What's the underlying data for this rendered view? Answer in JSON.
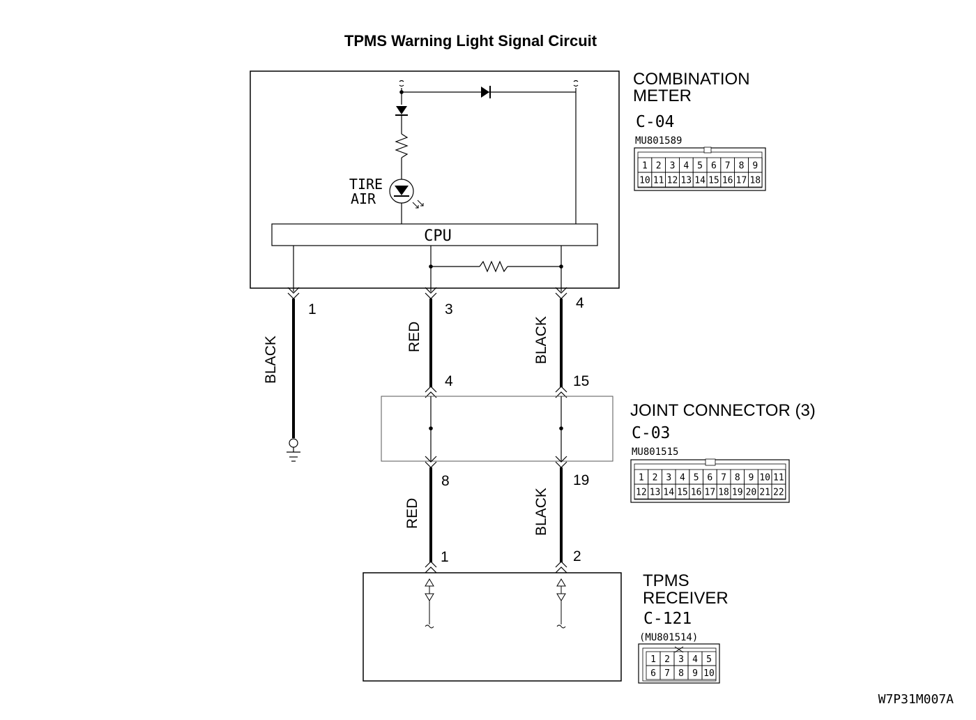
{
  "title": "TPMS Warning Light Signal Circuit",
  "figure_id": "W7P31M007A",
  "combination_meter": {
    "name_line1": "COMBINATION",
    "name_line2": "METER",
    "connector": "C-04",
    "part_number": "MU801589",
    "lamp_label_line1": "TIRE",
    "lamp_label_line2": "AIR",
    "cpu_label": "CPU",
    "pins_row1": [
      "1",
      "2",
      "3",
      "4",
      "5",
      "6",
      "7",
      "8",
      "9"
    ],
    "pins_row2": [
      "10",
      "11",
      "12",
      "13",
      "14",
      "15",
      "16",
      "17",
      "18"
    ]
  },
  "joint_connector": {
    "name": "JOINT CONNECTOR (3)",
    "connector": "C-03",
    "part_number": "MU801515",
    "pins_row1": [
      "1",
      "2",
      "3",
      "4",
      "5",
      "6",
      "7",
      "8",
      "9",
      "10",
      "11"
    ],
    "pins_row2": [
      "12",
      "13",
      "14",
      "15",
      "16",
      "17",
      "18",
      "19",
      "20",
      "21",
      "22"
    ]
  },
  "tpms_receiver": {
    "name_line1": "TPMS",
    "name_line2": "RECEIVER",
    "connector": "C-121",
    "part_number": "(MU801514)",
    "pins_row1": [
      "1",
      "2",
      "3",
      "4",
      "5"
    ],
    "pins_row2": [
      "6",
      "7",
      "8",
      "9",
      "10"
    ]
  },
  "wires": {
    "w1": {
      "from_pin": "1",
      "color": "BLACK"
    },
    "w2": {
      "from_pin": "3",
      "color": "RED",
      "to_pin": "4"
    },
    "w3": {
      "from_pin": "4",
      "color": "BLACK",
      "to_pin": "15"
    },
    "w4": {
      "from_pin": "8",
      "color": "RED",
      "to_pin": "1"
    },
    "w5": {
      "from_pin": "19",
      "color": "BLACK",
      "to_pin": "2"
    }
  }
}
